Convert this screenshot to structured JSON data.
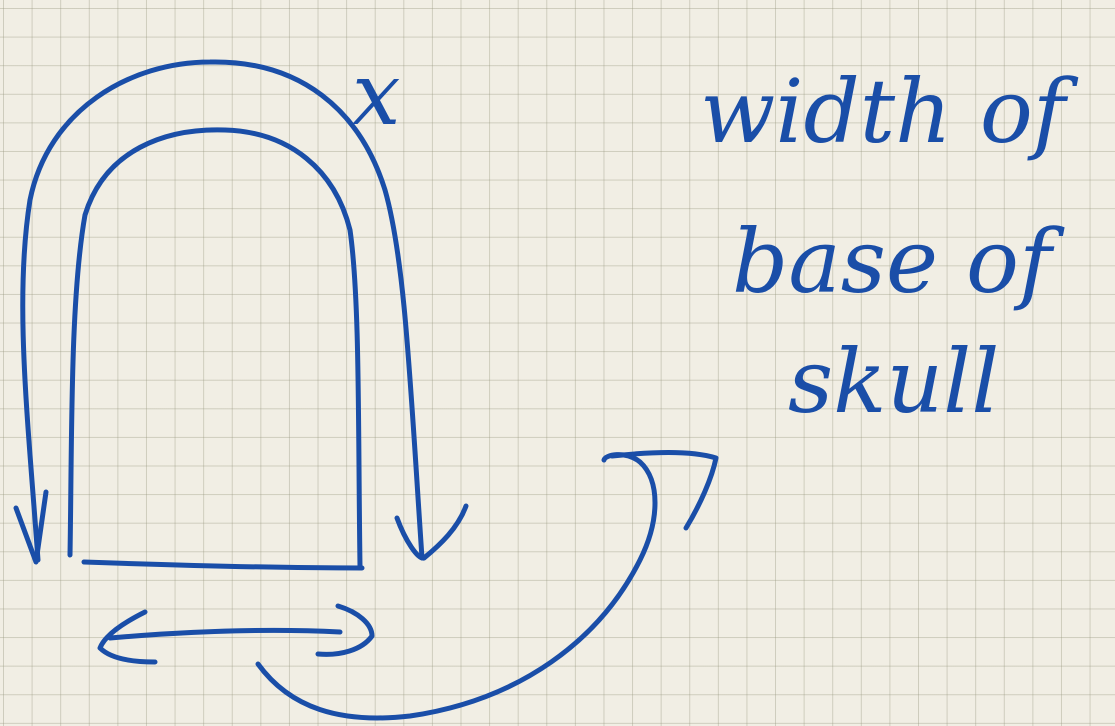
{
  "diagram": {
    "variable_label": "x",
    "note_lines": [
      "width of",
      "base of",
      "skull"
    ]
  },
  "style": {
    "ink_color": "#1a4ea8",
    "paper_color": "#f1eee4",
    "grid_color": "#9c9a80"
  }
}
